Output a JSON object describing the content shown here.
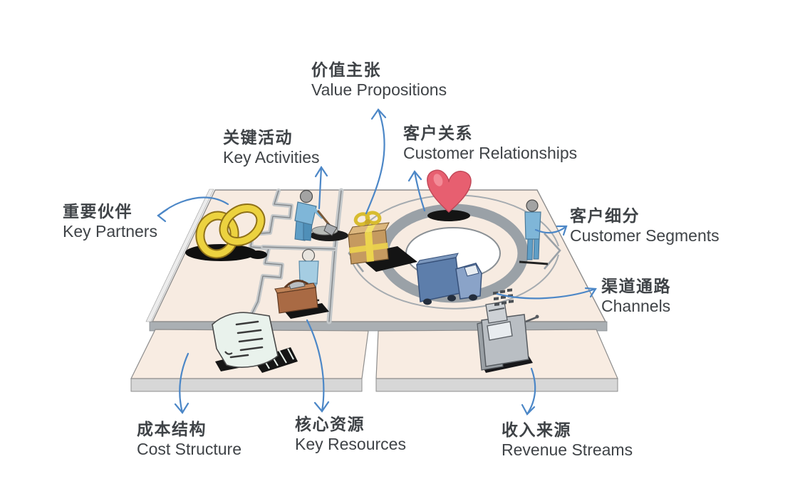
{
  "labels": {
    "value_propositions": {
      "zh": "价值主张",
      "en": "Value Propositions"
    },
    "key_activities": {
      "zh": "关键活动",
      "en": "Key Activities"
    },
    "customer_relationships": {
      "zh": "客户关系",
      "en": "Customer Relationships"
    },
    "key_partners": {
      "zh": "重要伙伴",
      "en": "Key Partners"
    },
    "customer_segments": {
      "zh": "客户细分",
      "en": "Customer Segments"
    },
    "channels": {
      "zh": "渠道通路",
      "en": "Channels"
    },
    "cost_structure": {
      "zh": "成本结构",
      "en": "Cost Structure"
    },
    "key_resources": {
      "zh": "核心资源",
      "en": "Key Resources"
    },
    "revenue_streams": {
      "zh": "收入来源",
      "en": "Revenue Streams"
    }
  },
  "icons": {
    "key_partners": "interlocked-rings-icon",
    "key_activities": "person-digging-shovel-icon",
    "key_resources": "person-with-toolbox-icon",
    "value_propositions": "gift-box-icon",
    "customer_relationships": "heart-icon",
    "channels": "delivery-truck-icon",
    "customer_segments": "standing-person-icon",
    "cost_structure": "receipt-list-icon",
    "revenue_streams": "cash-register-icon",
    "center": "cycle-arrows-icon"
  },
  "colors": {
    "label_text": "#3f4347",
    "annotation_arrow": "#4c87c7",
    "canvas_top": "#f7ebe1",
    "canvas_side": "#aaafb3",
    "slab_side": "#d7d7d7",
    "seam_gray": "#c4c8ca",
    "cycle_band": "#9aa1a7",
    "heart_red": "#e75f70",
    "gift_brown": "#c59a60",
    "ribbon_yellow": "#ecd44e",
    "rings_gold": "#ecd23f",
    "truck_blue": "#5d7eab",
    "people_blue": "#7fb6d8",
    "toolbox_brown": "#a96a44",
    "cash_register_gray": "#b9bec3",
    "receipt_mint": "#e9f2ec",
    "shadow_black": "#141414"
  }
}
